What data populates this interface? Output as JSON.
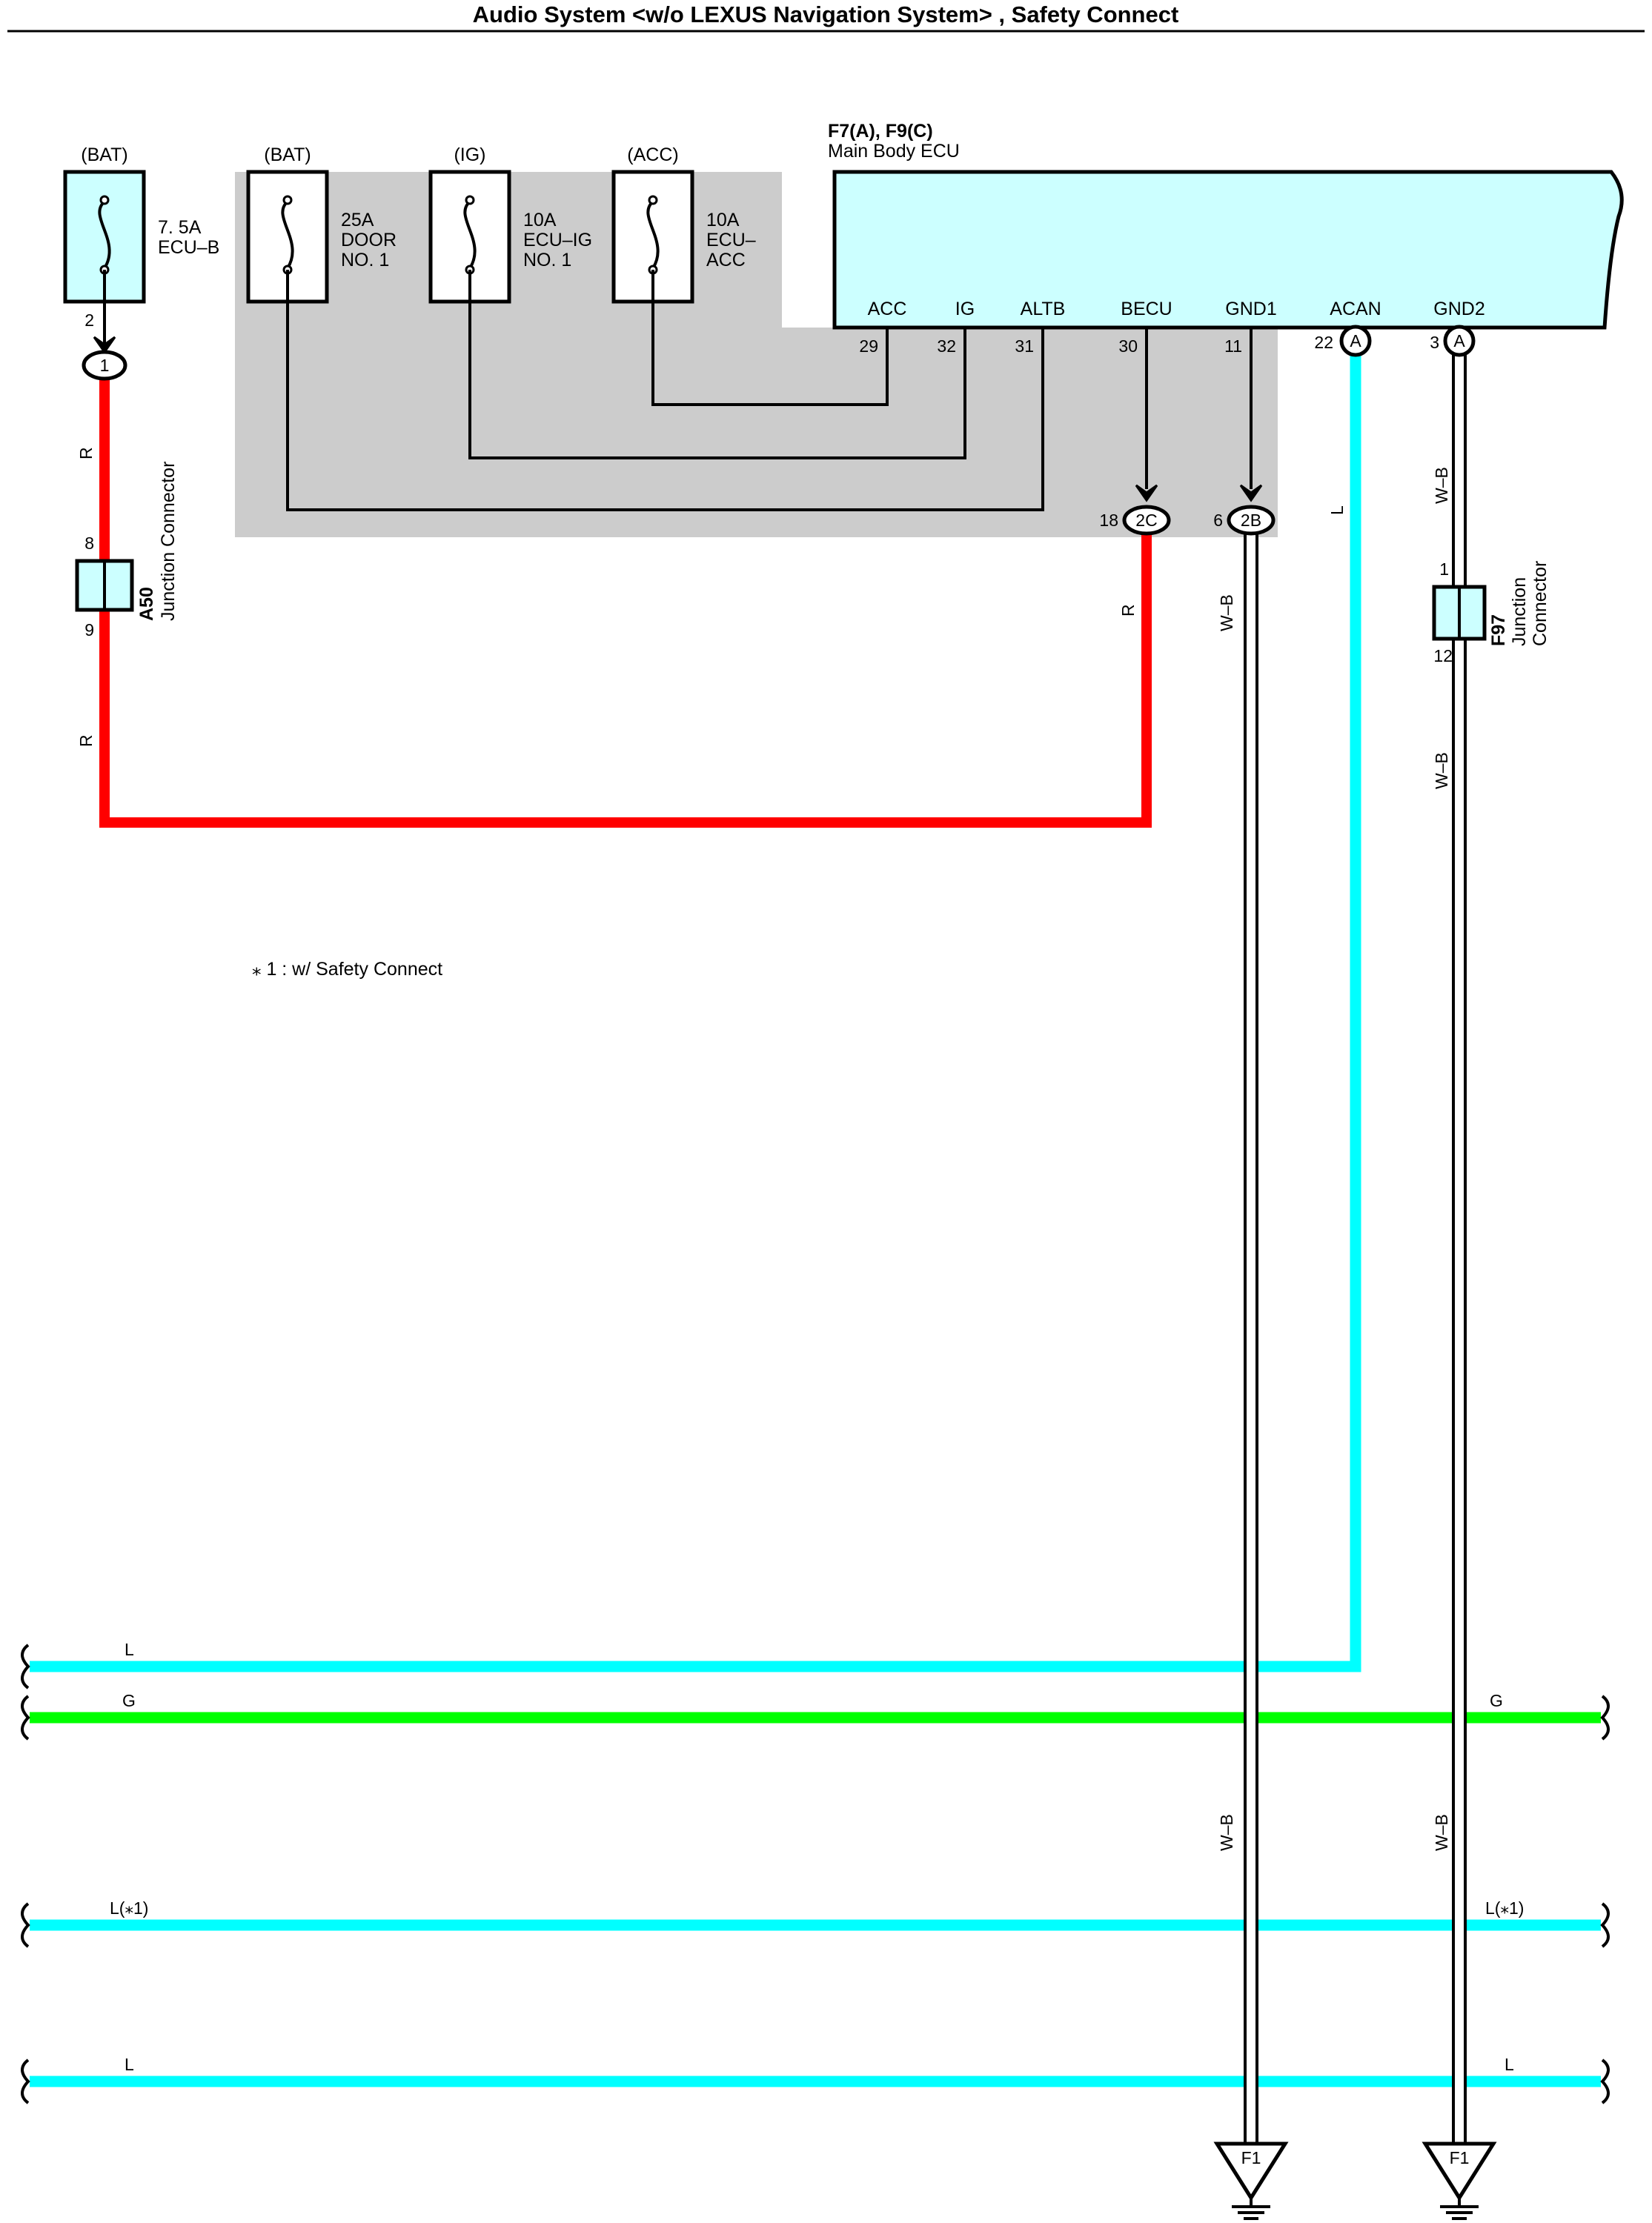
{
  "title": "Audio System <w/o LEXUS Navigation System> , Safety Connect",
  "colors": {
    "red_wire": "#ff0000",
    "blue_wire": "#00ffff",
    "green_wire": "#00ff00",
    "ecu_fill": "#ccffff",
    "shade": "#cccccc"
  },
  "fuses": [
    {
      "source": "(BAT)",
      "rating": "7. 5A",
      "name1": "ECU–B",
      "name2": ""
    },
    {
      "source": "(BAT)",
      "rating": "25A",
      "name1": "DOOR",
      "name2": "NO. 1"
    },
    {
      "source": "(IG)",
      "rating": "10A",
      "name1": "ECU–IG",
      "name2": "NO. 1"
    },
    {
      "source": "(ACC)",
      "rating": "10A",
      "name1": "ECU–",
      "name2": "ACC"
    }
  ],
  "ecu": {
    "code": "F7(A), F9(C)",
    "name": "Main Body ECU",
    "terminals": [
      {
        "label": "ACC",
        "pin": "29"
      },
      {
        "label": "IG",
        "pin": "32"
      },
      {
        "label": "ALTB",
        "pin": "31"
      },
      {
        "label": "BECU",
        "pin": "30"
      },
      {
        "label": "GND1",
        "pin": "11"
      },
      {
        "label": "ACAN",
        "pin": "22",
        "conn": "A"
      },
      {
        "label": "GND2",
        "pin": "3",
        "conn": "A"
      }
    ]
  },
  "connectors": {
    "fuse_pin": "2",
    "fuse_conn": "1",
    "becu_junction": "2C",
    "becu_junction_pin": "18",
    "gnd1_junction": "2B",
    "gnd1_junction_pin": "6"
  },
  "a50": {
    "code": "A50",
    "name": "Junction Connector",
    "pin_top": "8",
    "pin_bottom": "9"
  },
  "f97": {
    "code": "F97",
    "name1": "Junction",
    "name2": "Connector",
    "pin_top": "1",
    "pin_bottom": "12"
  },
  "wire_labels": {
    "r": "R",
    "wb": "W–B",
    "l": "L",
    "g": "G",
    "l_star": "L(⁎1)"
  },
  "ground": "F1",
  "note": "⁎ 1 : w/ Safety Connect"
}
